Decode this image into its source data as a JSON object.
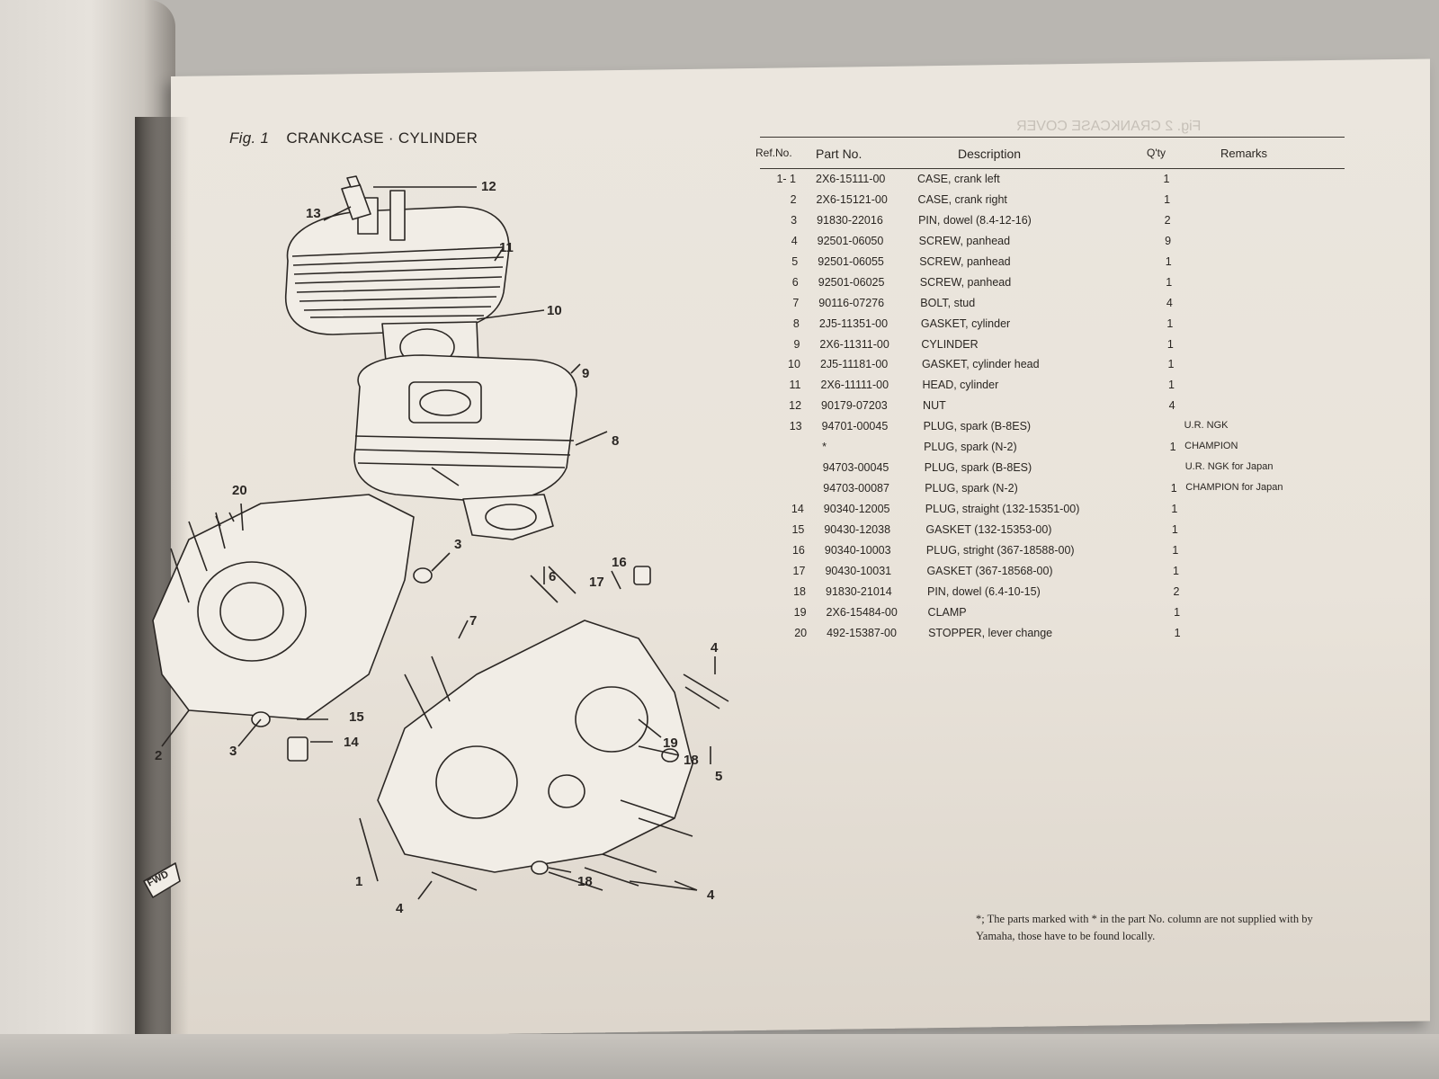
{
  "figure": {
    "label": "Fig. 1",
    "title": "CRANKCASE · CYLINDER"
  },
  "table": {
    "headers": {
      "ref": "Ref.No.",
      "part": "Part No.",
      "desc": "Description",
      "qty": "Q'ty",
      "remarks": "Remarks"
    },
    "rows": [
      {
        "ref": "1-  1",
        "part": "2X6-15111-00",
        "desc": "CASE, crank left",
        "qty": "1",
        "remarks": ""
      },
      {
        "ref": "2",
        "part": "2X6-15121-00",
        "desc": "CASE, crank right",
        "qty": "1",
        "remarks": ""
      },
      {
        "ref": "3",
        "part": "91830-22016",
        "desc": "PIN, dowel (8.4-12-16)",
        "qty": "2",
        "remarks": ""
      },
      {
        "ref": "4",
        "part": "92501-06050",
        "desc": "SCREW, panhead",
        "qty": "9",
        "remarks": ""
      },
      {
        "ref": "5",
        "part": "92501-06055",
        "desc": "SCREW, panhead",
        "qty": "1",
        "remarks": ""
      },
      {
        "ref": "6",
        "part": "92501-06025",
        "desc": "SCREW, panhead",
        "qty": "1",
        "remarks": ""
      },
      {
        "ref": "7",
        "part": "90116-07276",
        "desc": "BOLT, stud",
        "qty": "4",
        "remarks": ""
      },
      {
        "ref": "8",
        "part": "2J5-11351-00",
        "desc": "GASKET, cylinder",
        "qty": "1",
        "remarks": ""
      },
      {
        "ref": "9",
        "part": "2X6-11311-00",
        "desc": "CYLINDER",
        "qty": "1",
        "remarks": ""
      },
      {
        "ref": "10",
        "part": "2J5-11181-00",
        "desc": "GASKET, cylinder head",
        "qty": "1",
        "remarks": ""
      },
      {
        "ref": "11",
        "part": "2X6-11111-00",
        "desc": "HEAD, cylinder",
        "qty": "1",
        "remarks": ""
      },
      {
        "ref": "12",
        "part": "90179-07203",
        "desc": "NUT",
        "qty": "4",
        "remarks": ""
      },
      {
        "ref": "13",
        "part": "94701-00045",
        "desc": "PLUG, spark (B-8ES)",
        "qty": "",
        "remarks": "U.R.   NGK"
      },
      {
        "ref": "",
        "part": "*",
        "desc": "PLUG, spark (N-2)",
        "qty": "1",
        "remarks": "CHAMPION"
      },
      {
        "ref": "",
        "part": "94703-00045",
        "desc": "PLUG, spark (B-8ES)",
        "qty": "",
        "remarks": "U.R.   NGK for Japan"
      },
      {
        "ref": "",
        "part": "94703-00087",
        "desc": "PLUG, spark (N-2)",
        "qty": "1",
        "remarks": "CHAMPION for Japan"
      },
      {
        "ref": "14",
        "part": "90340-12005",
        "desc": "PLUG, straight (132-15351-00)",
        "qty": "1",
        "remarks": ""
      },
      {
        "ref": "15",
        "part": "90430-12038",
        "desc": "GASKET (132-15353-00)",
        "qty": "1",
        "remarks": ""
      },
      {
        "ref": "16",
        "part": "90340-10003",
        "desc": "PLUG, stright (367-18588-00)",
        "qty": "1",
        "remarks": ""
      },
      {
        "ref": "17",
        "part": "90430-10031",
        "desc": "GASKET (367-18568-00)",
        "qty": "1",
        "remarks": ""
      },
      {
        "ref": "18",
        "part": "91830-21014",
        "desc": "PIN, dowel (6.4-10-15)",
        "qty": "2",
        "remarks": ""
      },
      {
        "ref": "19",
        "part": "2X6-15484-00",
        "desc": "CLAMP",
        "qty": "1",
        "remarks": ""
      },
      {
        "ref": "20",
        "part": "492-15387-00",
        "desc": "STOPPER, lever change",
        "qty": "1",
        "remarks": ""
      }
    ]
  },
  "footnote": {
    "mark": "*;",
    "text": "The parts marked with  *  in the part  No. column are not supplied with by Yamaha, those have to be found locally."
  },
  "diagram": {
    "callouts": [
      "12",
      "13",
      "11",
      "10",
      "9",
      "8",
      "20",
      "3",
      "16",
      "6",
      "17",
      "7",
      "4",
      "15",
      "14",
      "2",
      "3",
      "19",
      "18",
      "5",
      "18",
      "4",
      "1",
      "4"
    ],
    "fwd_label": "FWD"
  },
  "ghost_text": {
    "fig2_title": "Fig. 2  CRANKCASE COVER"
  }
}
